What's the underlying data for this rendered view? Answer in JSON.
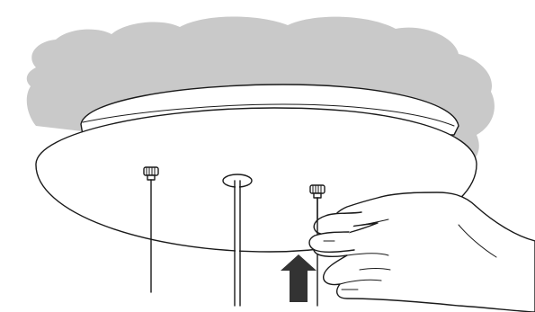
{
  "illustration": {
    "subject_icons": [
      "ceiling-shadow",
      "canopy-back",
      "canopy-disc",
      "cable-grip-left",
      "cable-grip-right",
      "center-cable-hole",
      "suspension-wire-left",
      "suspension-wire-right",
      "power-cord",
      "hand",
      "up-arrow-icon"
    ],
    "colors": {
      "shadow": "#c9c9c9",
      "line": "#1a1a1a",
      "arrow": "#333333",
      "background": "#ffffff"
    },
    "arrow_direction": "up"
  }
}
